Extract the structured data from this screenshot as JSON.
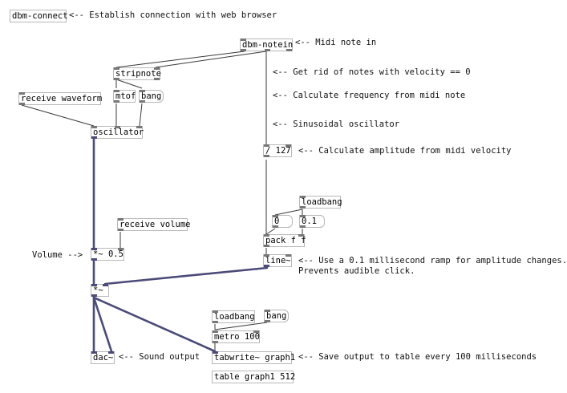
{
  "objects": {
    "dbm_connect": "dbm-connect",
    "dbm_notein": "dbm-notein",
    "stripnote": "stripnote",
    "mtof": "mtof",
    "bang1": "bang",
    "receive_waveform": "receive waveform",
    "oscillator": "oscillator",
    "div127": "/ 127",
    "loadbang1": "loadbang",
    "zero": "0",
    "point1": "0.1",
    "pack": "pack f f",
    "line": "line~",
    "receive_volume": "receive volume",
    "mul_half": "*~ 0.5",
    "mul": "*~",
    "loadbang2": "loadbang",
    "bang2": "bang",
    "metro": "metro 100",
    "dac": "dac~",
    "tabwrite": "tabwrite~ graph1",
    "table": "table graph1 512"
  },
  "comments": {
    "establish": "<-- Establish connection with web browser",
    "midi_in": "<-- Midi note in",
    "velocity": "<-- Get rid of notes with velocity == 0",
    "frequency": "<-- Calculate frequency from midi note",
    "sinusoidal": "<-- Sinusoidal oscillator",
    "amplitude": "<-- Calculate amplitude from midi velocity",
    "volume": "Volume -->",
    "ramp1": "<-- Use a 0.1 millisecond ramp for amplitude changes.",
    "ramp2": "Prevents audible click.",
    "sound_out": "<-- Sound output",
    "save": "<-- Save output to table every 100 milliseconds"
  },
  "colors": {
    "signal_connection": "#4b4b7a",
    "control_connection": "#3a3a3a",
    "box_border": "#b8b8b8"
  }
}
